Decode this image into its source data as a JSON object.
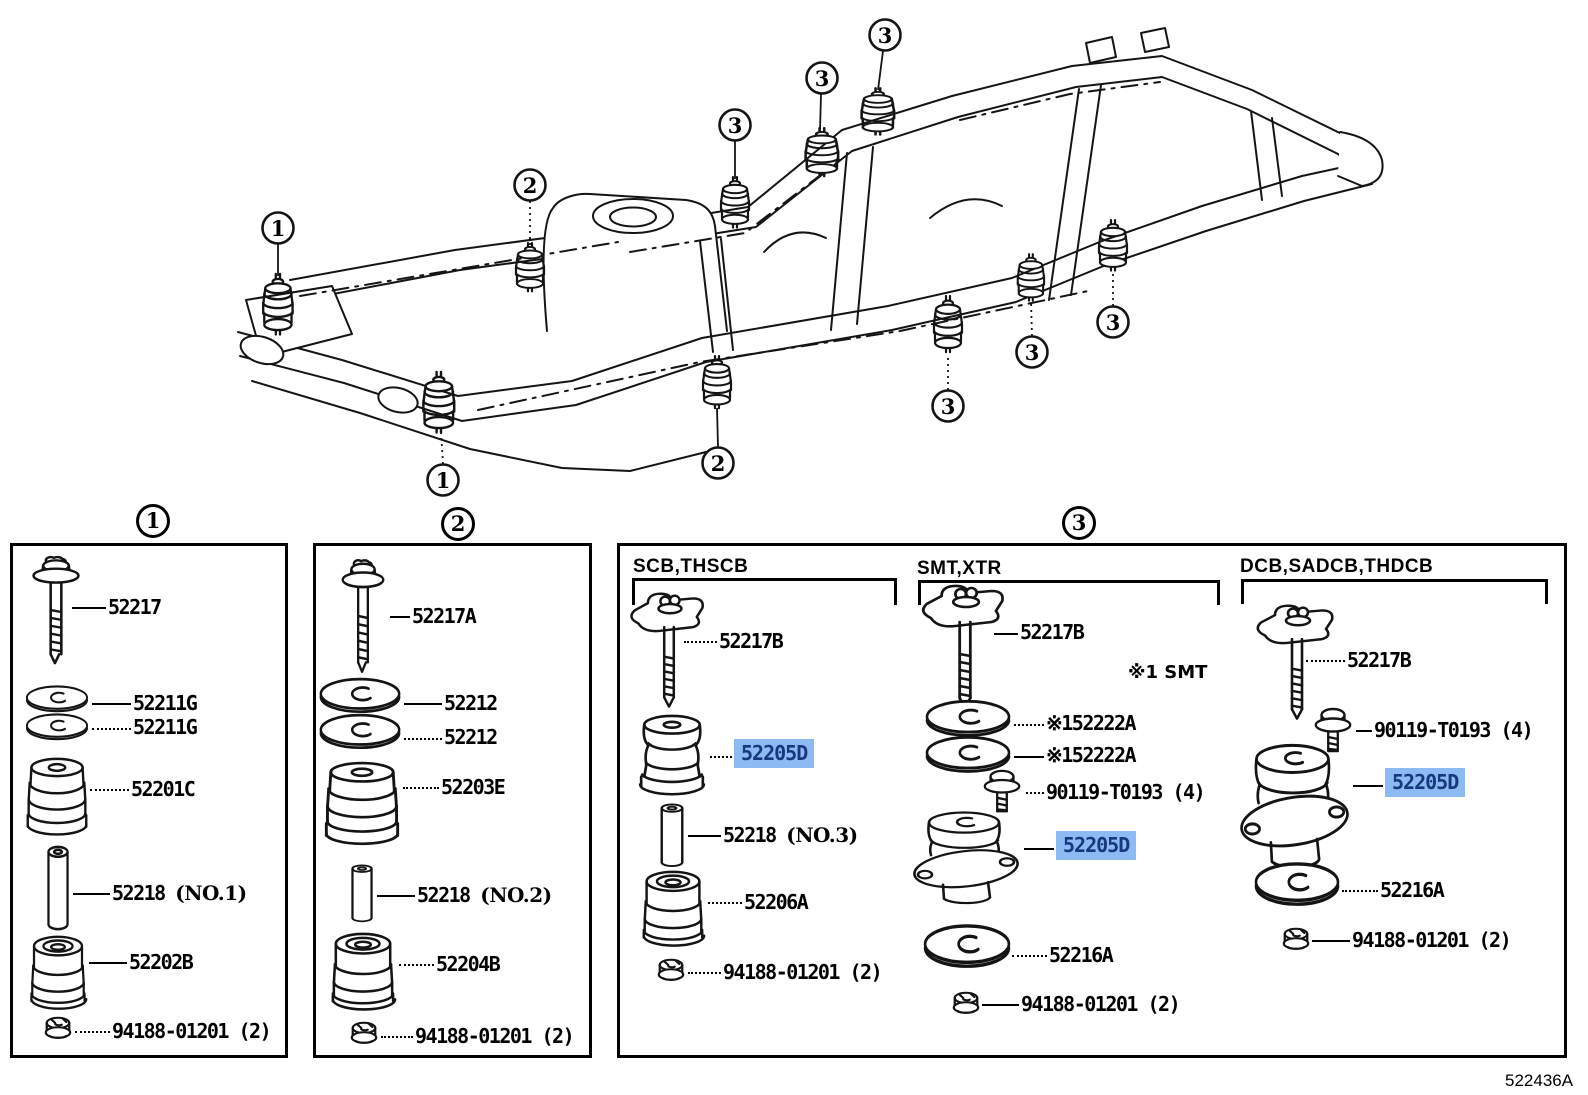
{
  "colors": {
    "line": "#141414",
    "highlight_bg": "#8DBAF3",
    "highlight_text": "#16387C",
    "background": "#FFFFFF"
  },
  "frame": {
    "callouts": [
      {
        "n": "1"
      },
      {
        "n": "2"
      },
      {
        "n": "3"
      },
      {
        "n": "3"
      },
      {
        "n": "3"
      },
      {
        "n": "3"
      },
      {
        "n": "3"
      },
      {
        "n": "3"
      },
      {
        "n": "2"
      },
      {
        "n": "1"
      }
    ]
  },
  "panels": [
    {
      "badge": "1",
      "items": [
        {
          "label": "52217",
          "glyph": "bolt"
        },
        {
          "label": "52211G",
          "glyph": "washer"
        },
        {
          "label": "52211G",
          "glyph": "washer"
        },
        {
          "label": "52201C",
          "glyph": "cushion"
        },
        {
          "label": "52218",
          "suffix": "(NO.1)",
          "glyph": "spacer"
        },
        {
          "label": "52202B",
          "glyph": "cushion"
        },
        {
          "label": "94188-01201 (2)",
          "glyph": "nut"
        }
      ]
    },
    {
      "badge": "2",
      "items": [
        {
          "label": "52217A",
          "glyph": "bolt"
        },
        {
          "label": "52212",
          "glyph": "washer"
        },
        {
          "label": "52212",
          "glyph": "washer"
        },
        {
          "label": "52203E",
          "glyph": "cushion"
        },
        {
          "label": "52218",
          "suffix": "(NO.2)",
          "glyph": "spacer"
        },
        {
          "label": "52204B",
          "glyph": "cushion"
        },
        {
          "label": "94188-01201 (2)",
          "glyph": "nut"
        }
      ]
    },
    {
      "badge": "3",
      "columns": [
        {
          "header": "SCB,THSCB",
          "items": [
            {
              "label": "52217B",
              "glyph": "bolt"
            },
            {
              "label": "52205D",
              "glyph": "cushion",
              "highlight": true
            },
            {
              "label": "52218",
              "suffix": "(NO.3)",
              "glyph": "spacer"
            },
            {
              "label": "52206A",
              "glyph": "cushion"
            },
            {
              "label": "94188-01201 (2)",
              "glyph": "nut"
            }
          ]
        },
        {
          "header": "SMT,XTR",
          "note": "※1 SMT",
          "items": [
            {
              "label": "52217B",
              "glyph": "bolt"
            },
            {
              "label": "※152222A",
              "glyph": "washer"
            },
            {
              "label": "※152222A",
              "glyph": "washer"
            },
            {
              "label": "90119-T0193 (4)",
              "glyph": "bolt"
            },
            {
              "label": "52205D",
              "glyph": "mount",
              "highlight": true
            },
            {
              "label": "52216A",
              "glyph": "washer"
            },
            {
              "label": "94188-01201 (2)",
              "glyph": "nut"
            }
          ]
        },
        {
          "header": "DCB,SADCB,THDCB",
          "items": [
            {
              "label": "52217B",
              "glyph": "bolt"
            },
            {
              "label": "90119-T0193 (4)",
              "glyph": "bolt"
            },
            {
              "label": "52205D",
              "glyph": "mount",
              "highlight": true
            },
            {
              "label": "52216A",
              "glyph": "washer"
            },
            {
              "label": "94188-01201 (2)",
              "glyph": "nut"
            }
          ]
        }
      ]
    }
  ],
  "footer": {
    "drawing_code": "522436A"
  }
}
